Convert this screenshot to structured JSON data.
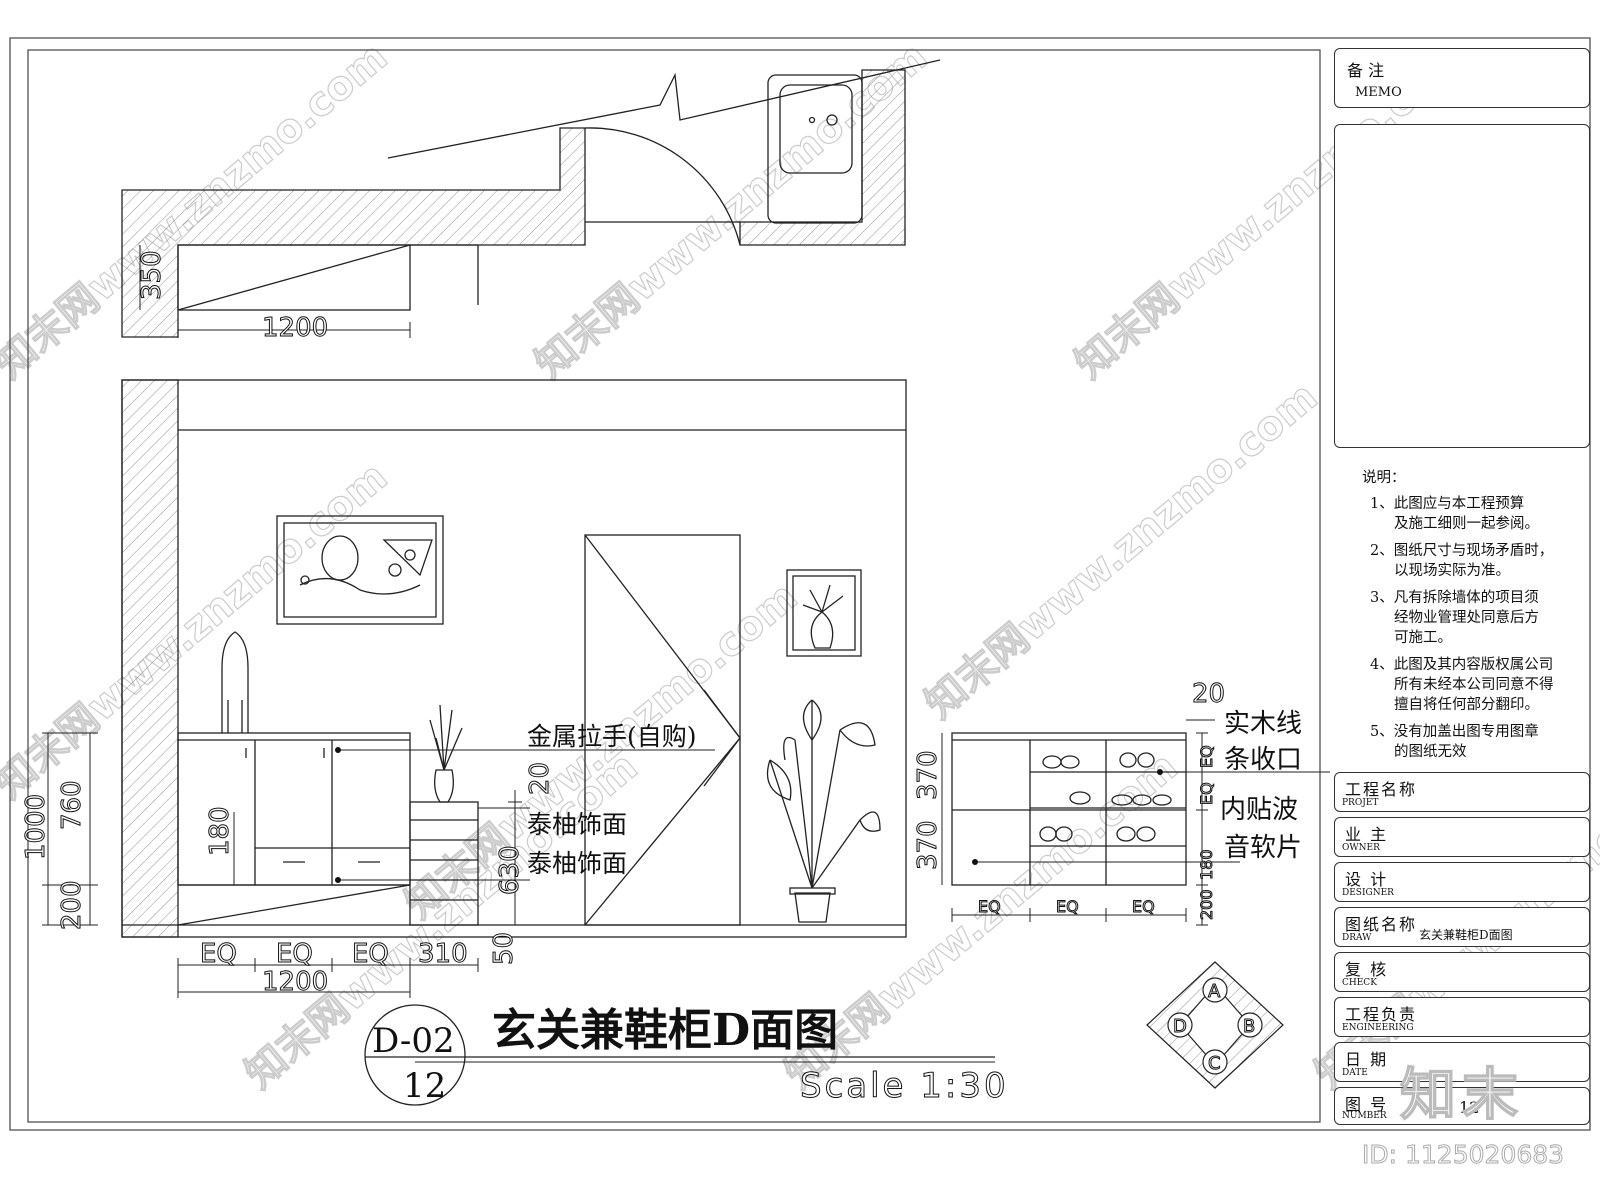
{
  "drawing": {
    "title": "玄关兼鞋柜D面图",
    "code": "D-02",
    "sheet": "12",
    "scale": "Scale 1:30"
  },
  "plan_dims": {
    "depth": "350",
    "width": "1200"
  },
  "elev_dims": {
    "total_h": "1000",
    "upper_h": "760",
    "base_h": "200",
    "drawer_h": "180",
    "eq1": "EQ",
    "eq2": "EQ",
    "eq3": "EQ",
    "rack_w": "310",
    "total_w": "1200",
    "gap20": "20",
    "rack_h": "630",
    "foot_h": "50"
  },
  "side_dims": {
    "top_gap": "20",
    "h370a": "370",
    "h370b": "370",
    "eq_a": "EQ",
    "eq_b": "EQ",
    "h180": "180",
    "h200": "200",
    "w_eq1": "EQ",
    "w_eq2": "EQ",
    "w_eq3": "EQ"
  },
  "labels": {
    "handle": "金属拉手(自购)",
    "teak1": "泰柚饰面",
    "teak2": "泰柚饰面",
    "trim_l1": "实木线",
    "trim_l2": "条收口",
    "liner_l1": "内贴波",
    "liner_l2": "音软片"
  },
  "compass": {
    "a": "A",
    "b": "B",
    "c": "C",
    "d": "D"
  },
  "title_block": {
    "memo_cn": "备  注",
    "memo_en": "MEMO",
    "notes_title": "说明：",
    "notes": [
      "1、此图应与本工程预算\n及施工细则一起参阅。",
      "2、图纸尺寸与现场矛盾时，\n以现场实际为准。",
      "3、凡有拆除墙体的项目须\n经物业管理处同意后方\n可施工。",
      "4、此图及其内容版权属公司\n所有未经本公司同意不得\n擅自将任何部分翻印。",
      "5、没有加盖出图专用图章\n的图纸无效"
    ],
    "project_cn": "工程名称",
    "project_en": "PROJET",
    "owner_cn": "业  主",
    "owner_en": "OWNER",
    "designer_cn": "设  计",
    "designer_en": "DESIGNER",
    "draw_cn": "图纸名称",
    "draw_en": "DRAW",
    "draw_value": "玄关兼鞋柜D面图",
    "check_cn": "复  核",
    "check_en": "CHECK",
    "eng_cn": "工程负责",
    "eng_en": "ENGINEERING",
    "date_cn": "日  期",
    "date_en": "DATE",
    "number_cn": "图  号",
    "number_en": "NUMBER",
    "number_value": "12"
  },
  "watermark": {
    "text": "知末网www.znzmo.com",
    "logo": "知末",
    "id": "ID: 1125020683"
  }
}
